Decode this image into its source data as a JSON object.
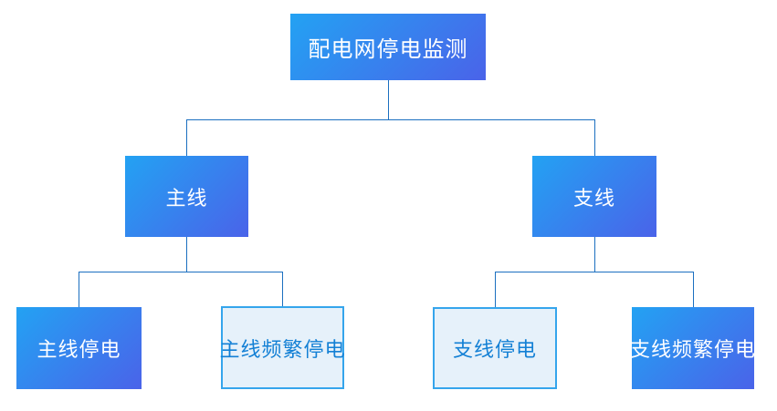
{
  "diagram": {
    "type": "tree",
    "title": "配电网停电监测",
    "nodes": [
      {
        "id": "root",
        "label": "配电网停电监测",
        "style": "solid",
        "parent": null
      },
      {
        "id": "main",
        "label": "主线",
        "style": "solid",
        "parent": "root"
      },
      {
        "id": "branch",
        "label": "支线",
        "style": "solid",
        "parent": "root"
      },
      {
        "id": "main-outage",
        "label": "主线停电",
        "style": "solid",
        "parent": "main"
      },
      {
        "id": "main-frequent",
        "label": "主线频繁停电",
        "style": "outline",
        "parent": "main"
      },
      {
        "id": "branch-outage",
        "label": "支线停电",
        "style": "outline",
        "parent": "branch"
      },
      {
        "id": "branch-frequent",
        "label": "支线频繁停电",
        "style": "solid",
        "parent": "branch"
      }
    ],
    "colors": {
      "gradient_start": "#23A2F3",
      "gradient_end": "#4A63E9",
      "node_text": "#FFFFFF",
      "outline_bg": "#E6F1FA",
      "outline_border": "#35A5EC",
      "outline_text": "#1380D5",
      "connector": "#1B6FC0"
    }
  }
}
